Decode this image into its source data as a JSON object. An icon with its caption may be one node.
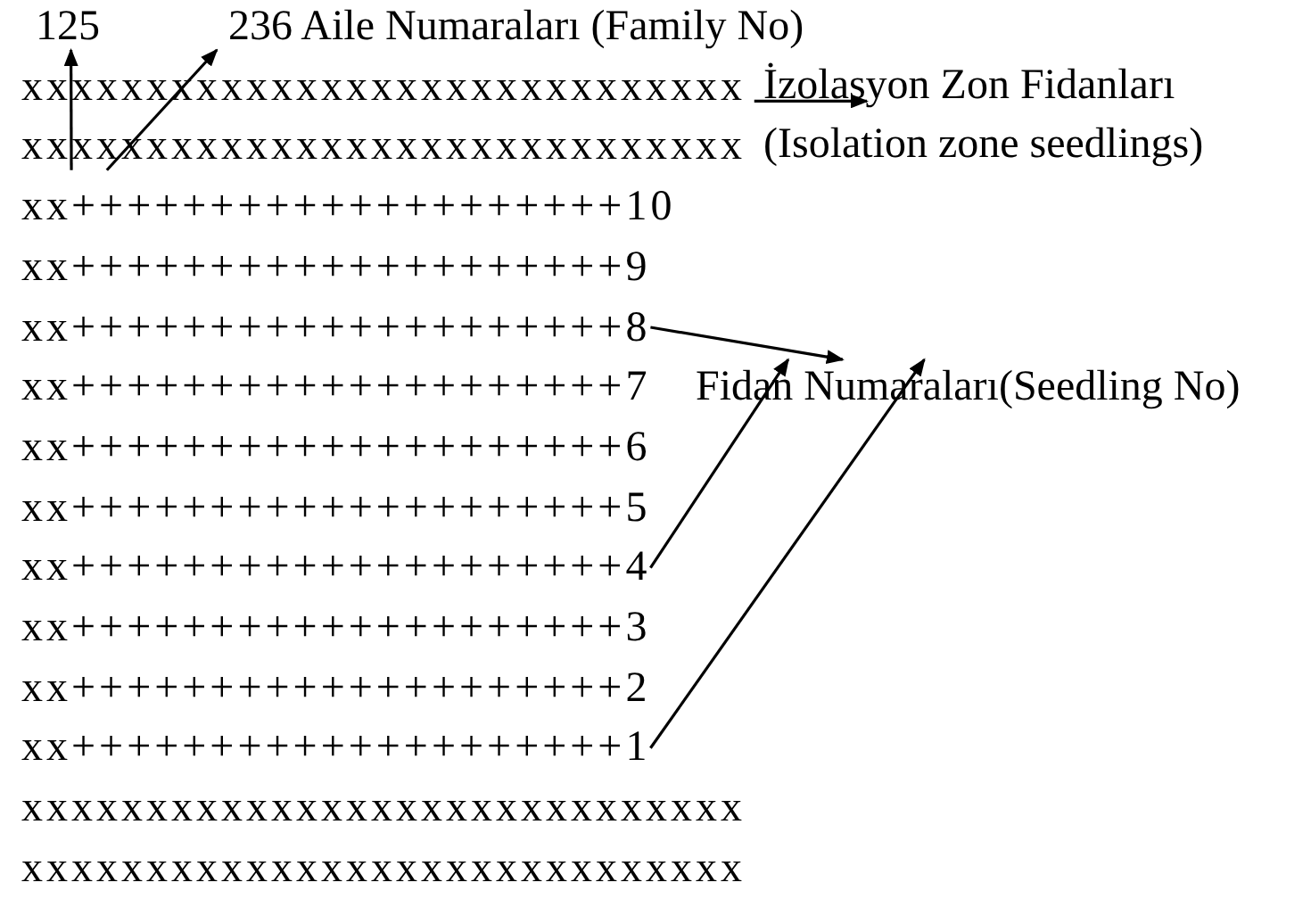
{
  "diagram": {
    "nodes": [
      {
        "text": [
          "125"
        ]
      },
      {
        "text": [
          "236 Aile Numaraları (Family No)"
        ]
      },
      {
        "text": [
          "xxxxxxxxxxxxxxxxxxxxxxxxxxxxx"
        ]
      },
      {
        "text": [
          "İzolasyon Zon Fidanları (Isolation zone seedlings)"
        ]
      },
      {
        "text": [
          "xxxxxxxxxxxxxxxxxxxxxxxxxxxxx"
        ]
      },
      {
        "text": [
          "Fidan Numaraları(Seedling No)"
        ]
      },
      {
        "text": [
          "xx++++++++++++++++++++8"
        ]
      },
      {
        "text": [
          "xx++++++++++++++++++++4"
        ]
      },
      {
        "text": [
          "xx++++++++++++++++++++1"
        ]
      }
    ],
    "edges": [
      {
        "from": 4,
        "to": 0,
        "arrow": "to"
      },
      {
        "from": 4,
        "to": 1,
        "arrow": "to"
      },
      {
        "from": 2,
        "to": 3,
        "arrow": "to"
      },
      {
        "from": 6,
        "to": 5,
        "arrow": "to"
      },
      {
        "from": 7,
        "to": 5,
        "arrow": "to"
      },
      {
        "from": 8,
        "to": 5,
        "arrow": "to"
      }
    ],
    "labels": [
      "xx++++++++++++++++++++10",
      "xx++++++++++++++++++++9",
      "xx++++++++++++++++++++7",
      "xx++++++++++++++++++++6",
      "xx++++++++++++++++++++5",
      "xx++++++++++++++++++++3",
      "xx++++++++++++++++++++2",
      "xxxxxxxxxxxxxxxxxxxxxxxxxxxxx",
      "xxxxxxxxxxxxxxxxxxxxxxxxxxxxx"
    ]
  }
}
